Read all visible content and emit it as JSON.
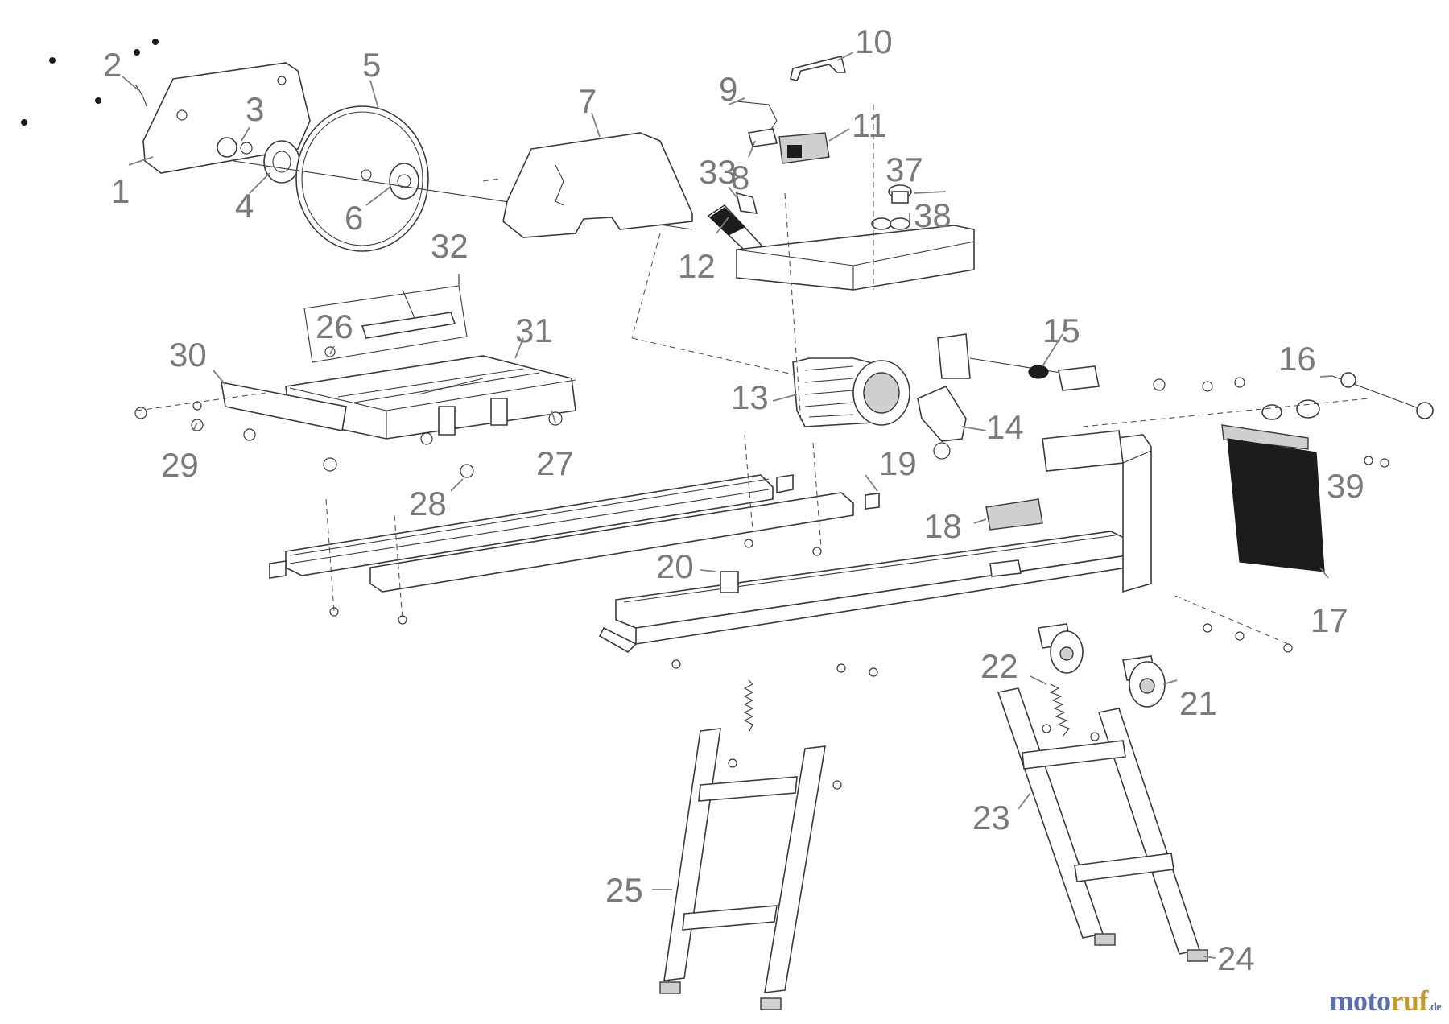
{
  "callouts": {
    "c1": "1",
    "c2": "2",
    "c3": "3",
    "c4": "4",
    "c5": "5",
    "c6": "6",
    "c7": "7",
    "c8": "8",
    "c9": "9",
    "c10": "10",
    "c11": "11",
    "c12": "12",
    "c13": "13",
    "c14": "14",
    "c15": "15",
    "c16": "16",
    "c17": "17",
    "c18": "18",
    "c19": "19",
    "c20": "20",
    "c21": "21",
    "c22": "22",
    "c23": "23",
    "c24": "24",
    "c25": "25",
    "c26": "26",
    "c27": "27",
    "c28": "28",
    "c29": "29",
    "c30": "30",
    "c31": "31",
    "c32": "32",
    "c33": "33",
    "c37": "37",
    "c38": "38",
    "c39": "39"
  },
  "watermark": {
    "part1": "moto",
    "part2": "ruf",
    "part3": ".de"
  },
  "colors": {
    "callout": "#7a7a7a",
    "line": "#3a3a3a",
    "brand_blue": "#5b6fb0",
    "brand_gold": "#c59a2a"
  }
}
